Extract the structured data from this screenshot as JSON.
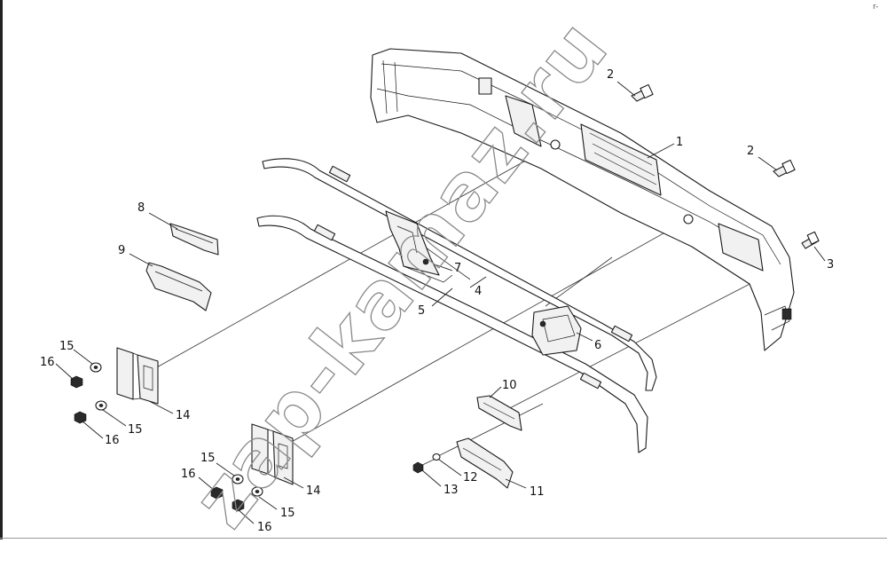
{
  "watermark": "zap-kamaz.ru",
  "corner_mark": "r-",
  "callouts": [
    {
      "id": "c1",
      "label": "1"
    },
    {
      "id": "c2a",
      "label": "2"
    },
    {
      "id": "c2b",
      "label": "2"
    },
    {
      "id": "c3",
      "label": "3"
    },
    {
      "id": "c4",
      "label": "4"
    },
    {
      "id": "c5",
      "label": "5"
    },
    {
      "id": "c6",
      "label": "6"
    },
    {
      "id": "c7",
      "label": "7"
    },
    {
      "id": "c8",
      "label": "8"
    },
    {
      "id": "c9",
      "label": "9"
    },
    {
      "id": "c10",
      "label": "10"
    },
    {
      "id": "c11",
      "label": "11"
    },
    {
      "id": "c12",
      "label": "12"
    },
    {
      "id": "c13",
      "label": "13"
    },
    {
      "id": "c14a",
      "label": "14"
    },
    {
      "id": "c14b",
      "label": "14"
    },
    {
      "id": "c15a",
      "label": "15"
    },
    {
      "id": "c15b",
      "label": "15"
    },
    {
      "id": "c15c",
      "label": "15"
    },
    {
      "id": "c15d",
      "label": "15"
    },
    {
      "id": "c16a",
      "label": "16"
    },
    {
      "id": "c16b",
      "label": "16"
    },
    {
      "id": "c16c",
      "label": "16"
    },
    {
      "id": "c16d",
      "label": "16"
    }
  ]
}
